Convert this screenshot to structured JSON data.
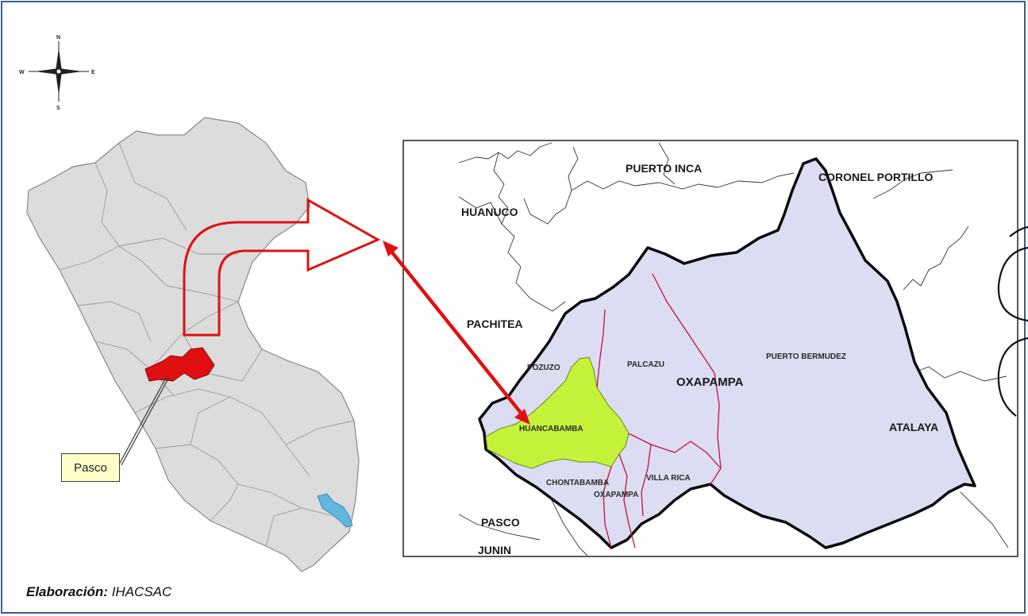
{
  "compass": {
    "north": "N",
    "south": "S",
    "east": "E",
    "west": "W"
  },
  "peru_map": {
    "highlight_label": "Pasco"
  },
  "inset_map": {
    "neighbors": [
      "PUERTO INCA",
      "CORONEL PORTILLO",
      "HUANUCO",
      "PACHITEA",
      "PASCO",
      "JUNIN",
      "ATALAYA"
    ],
    "province": "OXAPAMPA",
    "districts": [
      "POZUZO",
      "PALCAZU",
      "PUERTO BERMUDEZ",
      "HUANCABAMBA",
      "CHONTABAMBA",
      "OXAPAMPA",
      "VILLA RICA"
    ],
    "highlighted_district": "HUANCABAMBA"
  },
  "credit": {
    "label": "Elaboración:",
    "value": "IHACSAC"
  },
  "colors": {
    "frame": "#3a5e8c",
    "land": "#dcdcdc",
    "pasco_highlight": "#e01010",
    "province_fill": "#dcdcf2",
    "district_highlight": "#c4f23a",
    "arrow": "#e01010",
    "lake": "#5fb8e0"
  }
}
